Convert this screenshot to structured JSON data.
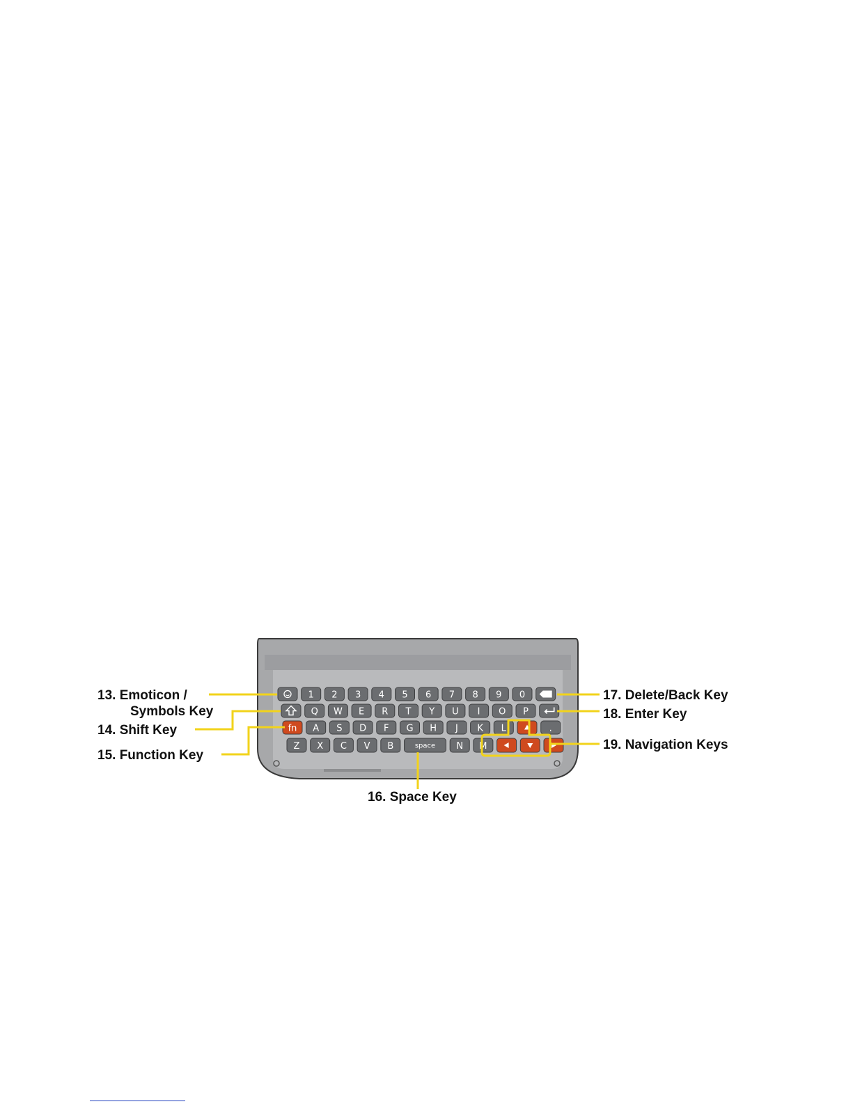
{
  "colors": {
    "callout_line": "#f2d31b",
    "key_gray": "#6b6d70",
    "key_orange": "#cf4a1f",
    "panel": "#b9babc",
    "body": "#a7a8aa",
    "footer_rule": "#1f3fbf"
  },
  "keyboard": {
    "row1": [
      "smiley-icon",
      "1",
      "2",
      "3",
      "4",
      "5",
      "6",
      "7",
      "8",
      "9",
      "0",
      "backspace-icon"
    ],
    "row2": [
      "shift-icon",
      "Q",
      "W",
      "E",
      "R",
      "T",
      "Y",
      "U",
      "I",
      "O",
      "P",
      "enter-icon"
    ],
    "row3": [
      "fn",
      "A",
      "S",
      "D",
      "F",
      "G",
      "H",
      "J",
      "K",
      "L",
      "arrow-up-icon",
      "."
    ],
    "row4": [
      "Z",
      "X",
      "C",
      "V",
      "B",
      "space",
      "N",
      "M",
      "arrow-left-icon",
      "arrow-down-icon",
      "arrow-right-icon"
    ]
  },
  "callouts": {
    "emoticon_line1": "13. Emoticon /",
    "emoticon_line2": "Symbols Key",
    "shift": "14. Shift Key",
    "function": "15. Function Key",
    "space": "16. Space Key",
    "delete": "17. Delete/Back Key",
    "enter": "18. Enter Key",
    "navigation": "19. Navigation Keys"
  }
}
